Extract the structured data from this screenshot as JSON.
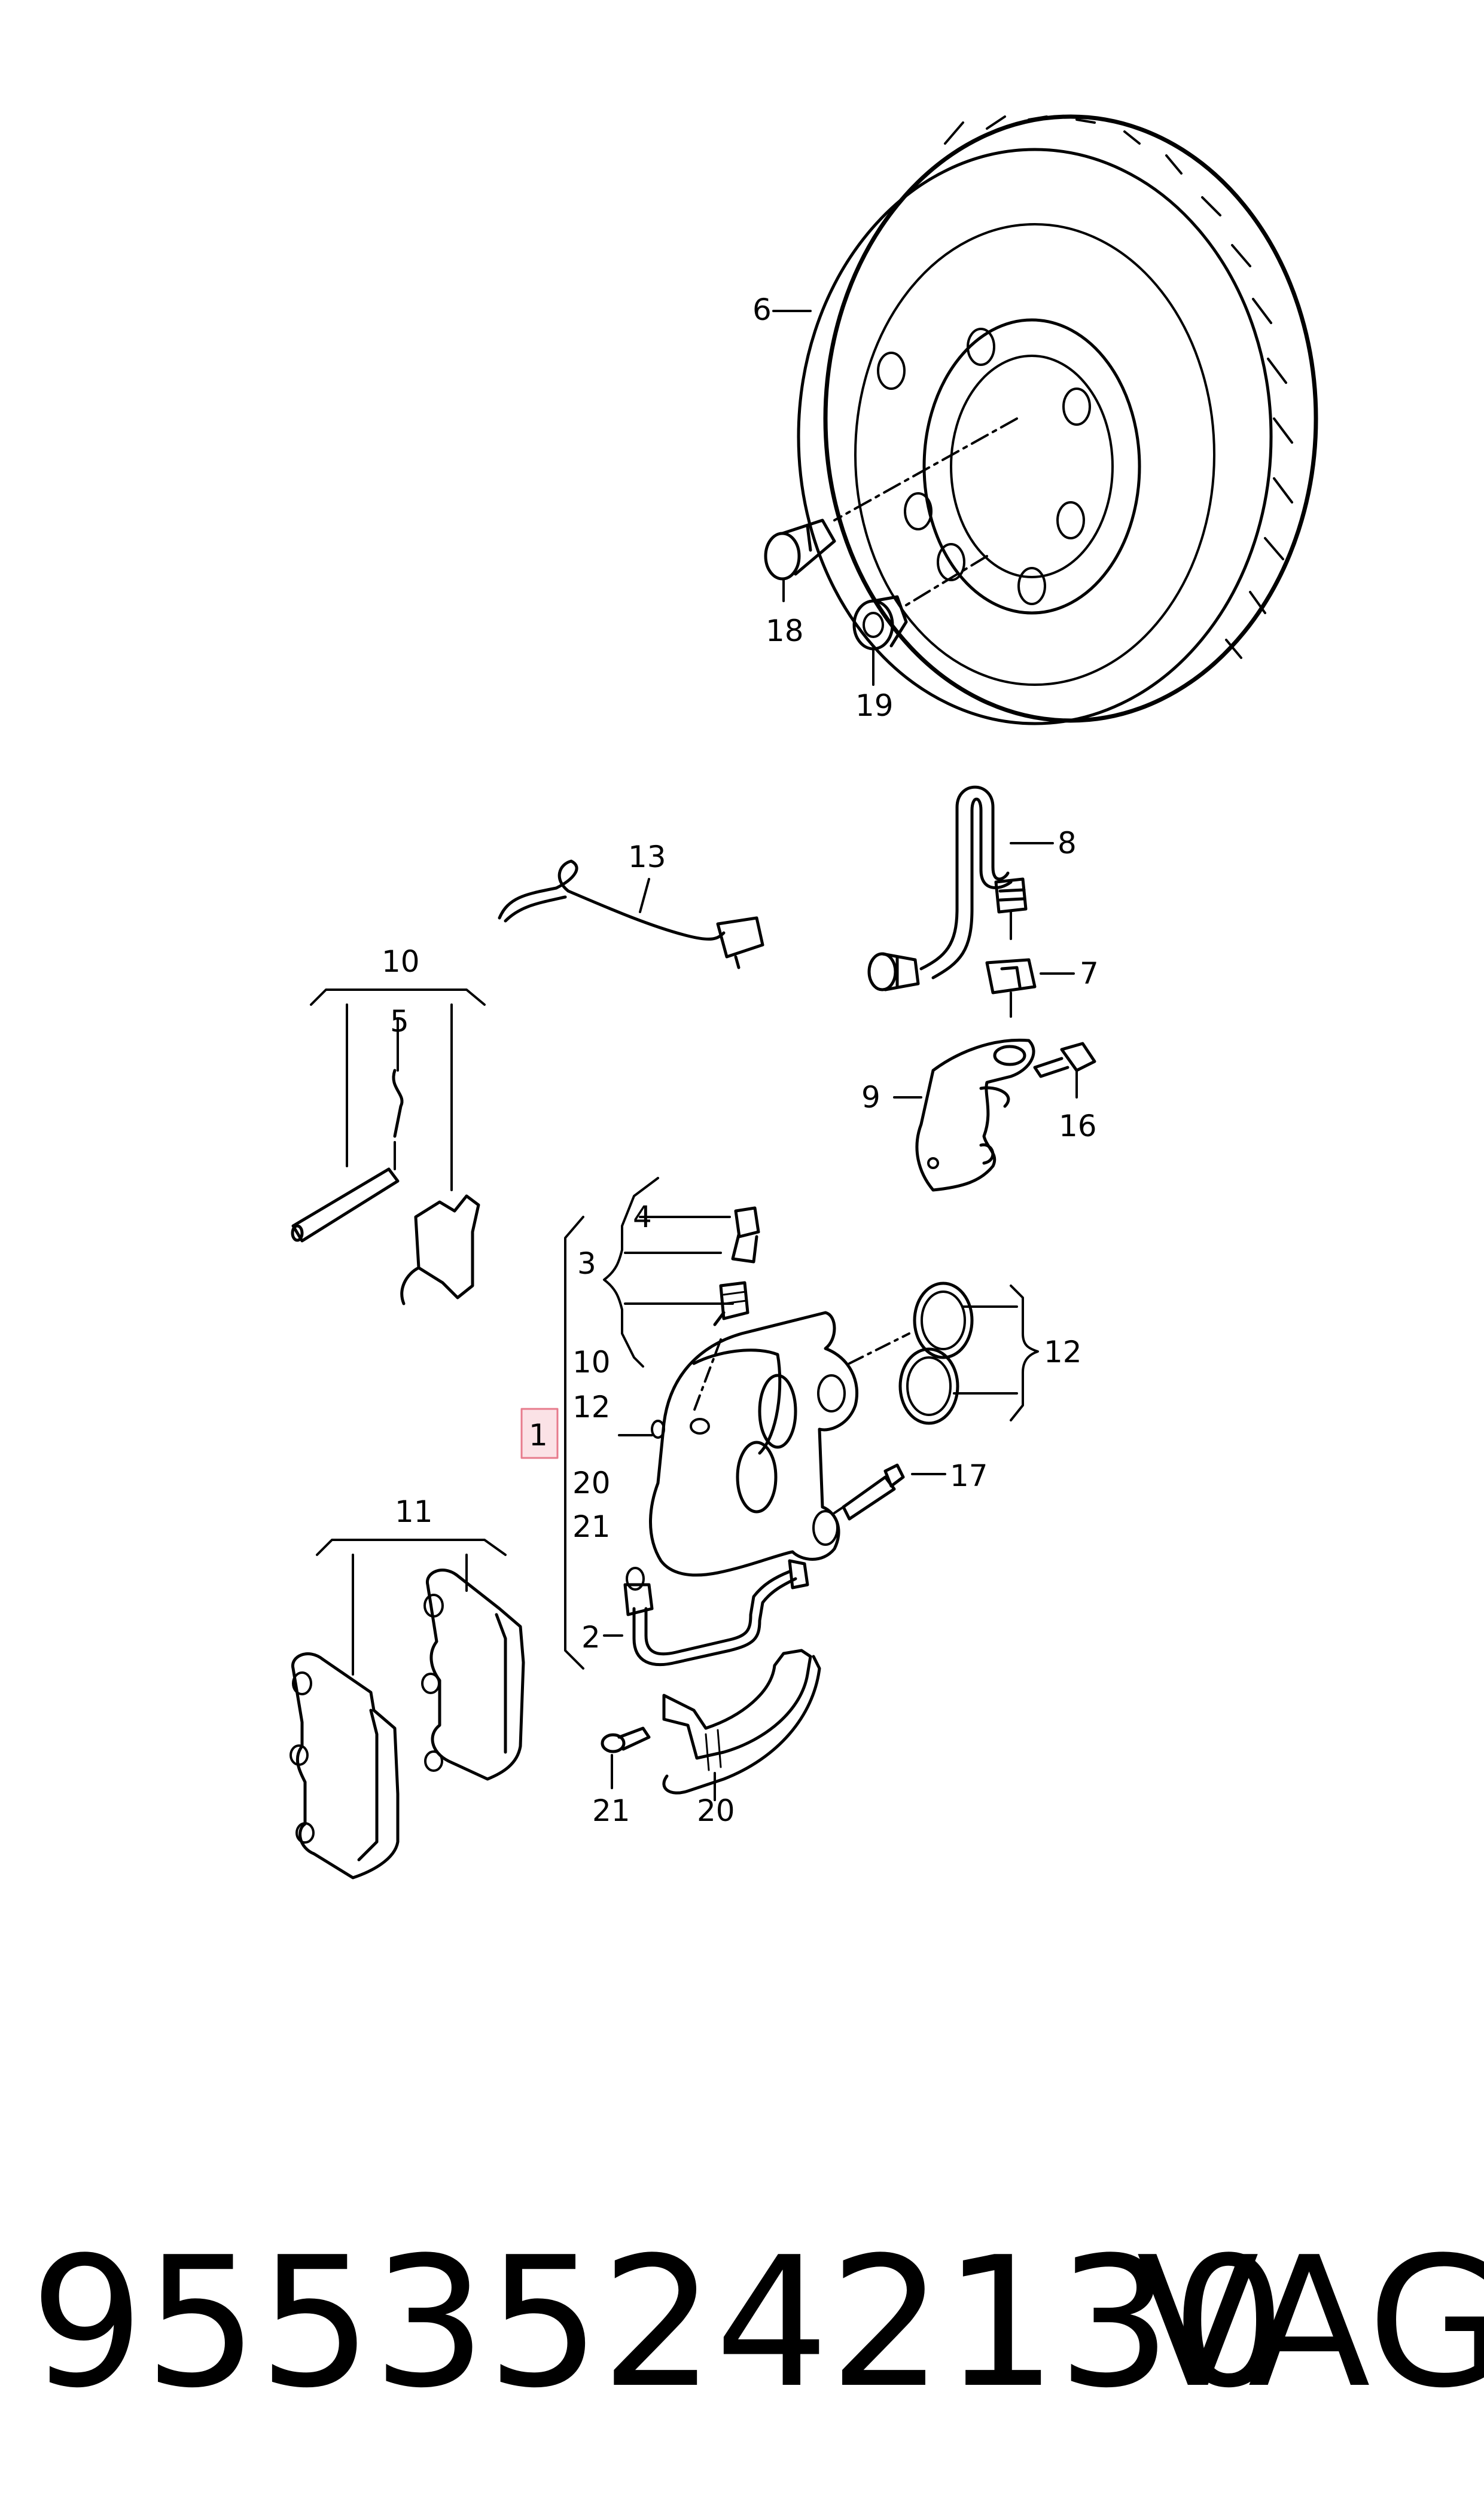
{
  "diagram": {
    "callouts": {
      "c1": "1",
      "c2": "2",
      "c3": "3",
      "c4": "4",
      "c5": "5",
      "c6": "6",
      "c7": "7",
      "c8": "8",
      "c9": "9",
      "c10": "10",
      "c11": "11",
      "c12": "12",
      "c13": "13",
      "c16": "16",
      "c17": "17",
      "c18": "18",
      "c19": "19",
      "c20": "20",
      "c21": "21"
    },
    "subparts_of_1": [
      "10",
      "12",
      "20",
      "21"
    ],
    "highlight_color": "#f3a6b2"
  },
  "footer": {
    "part_number": "95535242130",
    "brand": "VAG"
  }
}
